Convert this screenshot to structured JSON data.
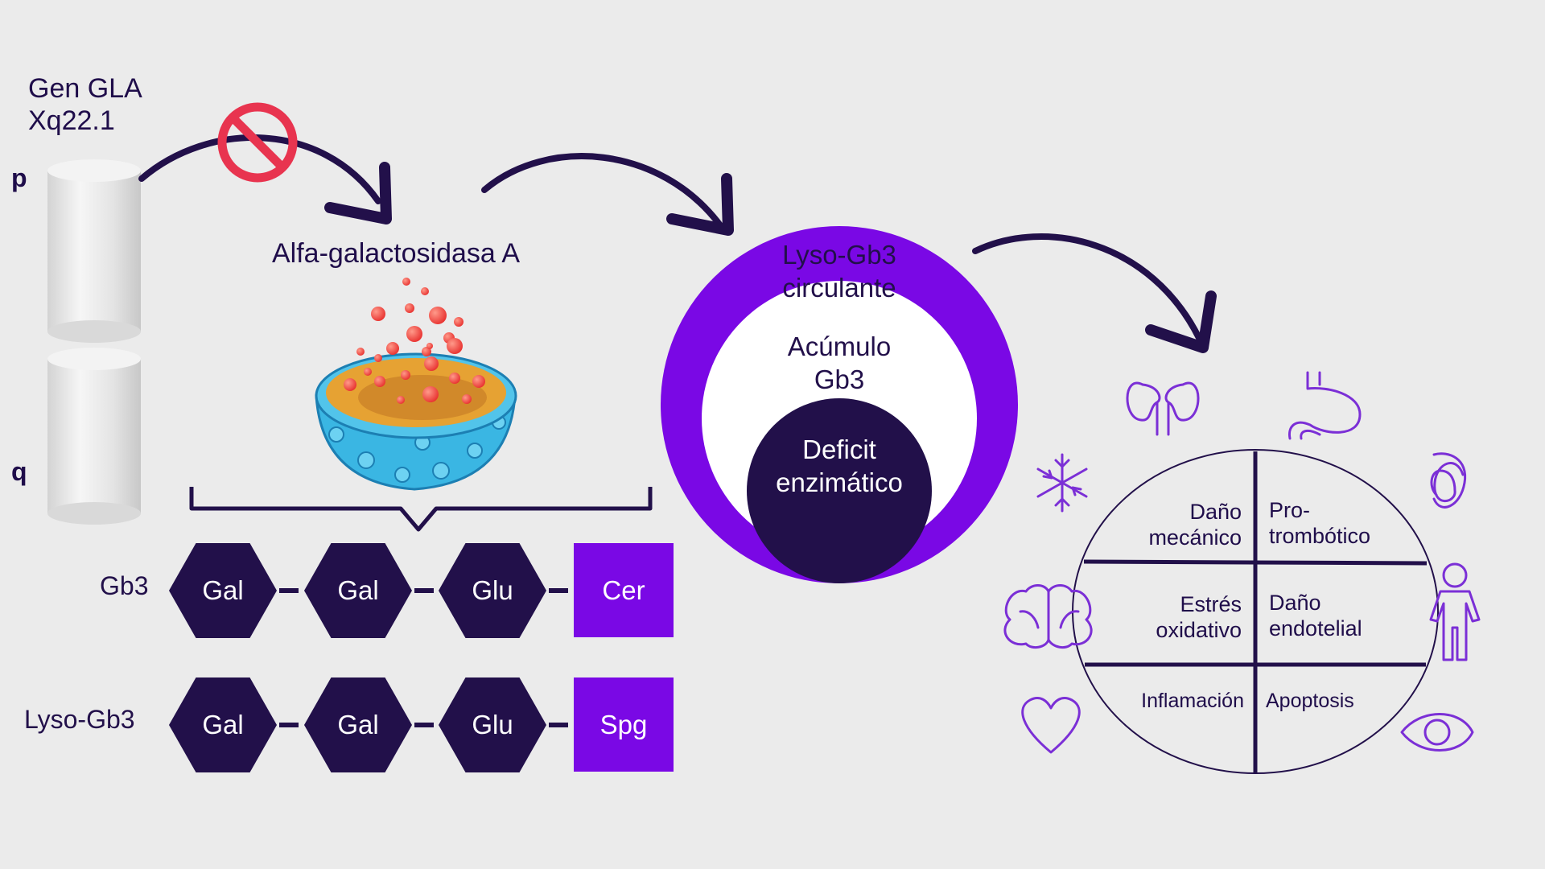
{
  "gene": {
    "name": "Gen GLA",
    "locus": "Xq22.1",
    "arm_p": "p",
    "arm_q": "q"
  },
  "enzyme": {
    "name": "Alfa-galactosidasa A"
  },
  "circles": {
    "outer": [
      "Lyso-Gb3",
      "circulante"
    ],
    "middle": [
      "Acúmulo",
      "Gb3"
    ],
    "inner": [
      "Deficit",
      "enzimático"
    ]
  },
  "molecules": [
    {
      "label": "Gb3",
      "units": [
        "Gal",
        "Gal",
        "Glu"
      ],
      "terminal": "Cer"
    },
    {
      "label": "Lyso-Gb3",
      "units": [
        "Gal",
        "Gal",
        "Glu"
      ],
      "terminal": "Spg"
    }
  ],
  "mechanisms": {
    "top_left": [
      "Daño",
      "mecánico"
    ],
    "top_right": [
      "Pro-",
      "trombótico"
    ],
    "mid_left": [
      "Estrés",
      "oxidativo"
    ],
    "mid_right": [
      "Daño",
      "endotelial"
    ],
    "bottom_left": [
      "Inflamación"
    ],
    "bottom_right": [
      "Apoptosis"
    ]
  },
  "organ_icons": [
    "kidneys-icon",
    "stomach-icon",
    "ear-icon",
    "snowflake-icon",
    "brain-icon",
    "person-icon",
    "heart-icon",
    "eye-icon"
  ],
  "colors": {
    "dark": "#22104a",
    "purple": "#7a08e5",
    "icon": "#7b2fd6",
    "background": "#ebebeb"
  }
}
